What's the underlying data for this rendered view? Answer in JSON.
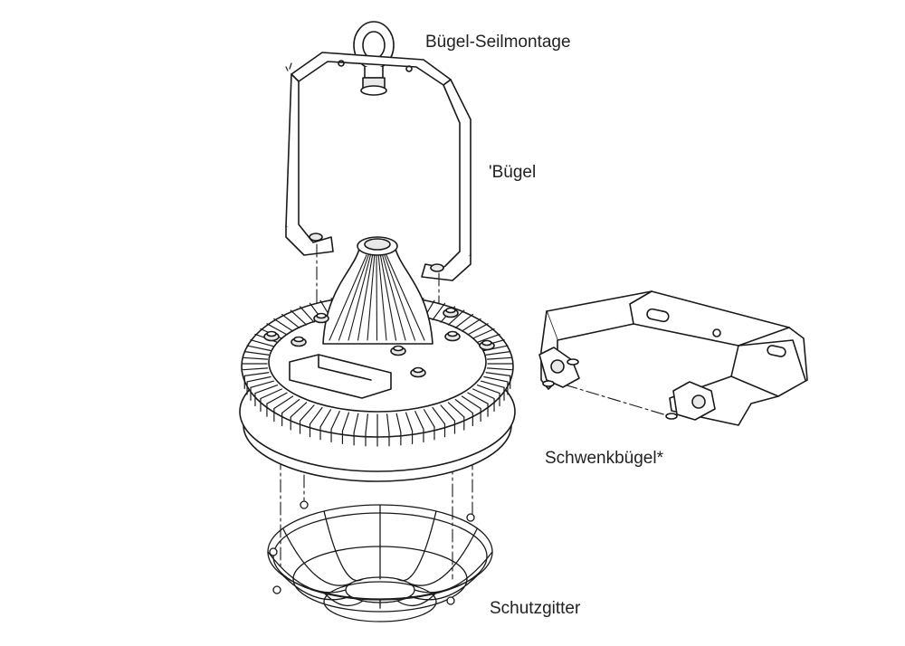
{
  "labels": {
    "rope_mount": "Bügel-Seilmontage",
    "bracket": "'Bügel",
    "swivel_bracket": "Schwenkbügel*",
    "guard": "Schutzgitter"
  },
  "colors": {
    "line": "#1a1a1a",
    "fill": "#ffffff",
    "shade": "#e9e9e9",
    "text": "#222222"
  }
}
